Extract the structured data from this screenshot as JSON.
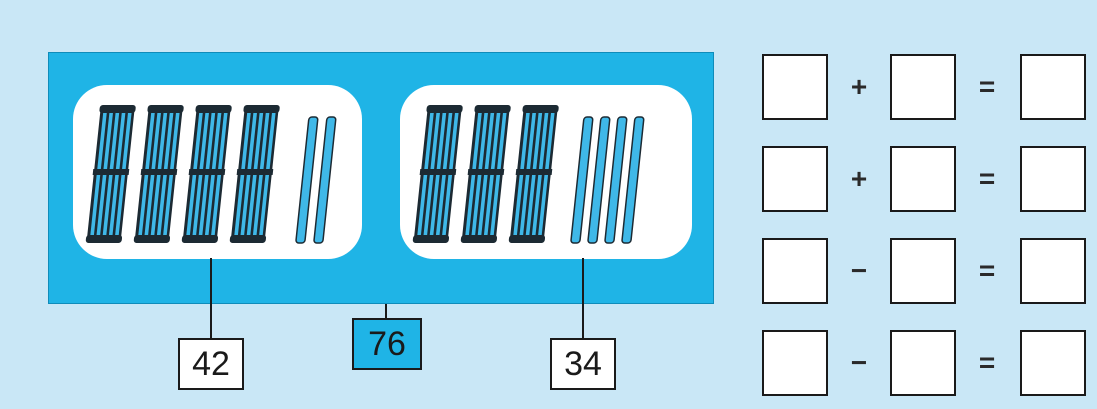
{
  "numbers": {
    "left": "42",
    "total": "76",
    "right": "34"
  },
  "left_group": {
    "tens": 4,
    "ones": 2
  },
  "right_group": {
    "tens": 3,
    "ones": 4
  },
  "equations": [
    {
      "operator": "+",
      "equals": "="
    },
    {
      "operator": "+",
      "equals": "="
    },
    {
      "operator": "−",
      "equals": "="
    },
    {
      "operator": "−",
      "equals": "="
    }
  ],
  "colors": {
    "background": "#c9e7f6",
    "panel": "#1fb4e6",
    "rod": "#3fb8e8"
  }
}
